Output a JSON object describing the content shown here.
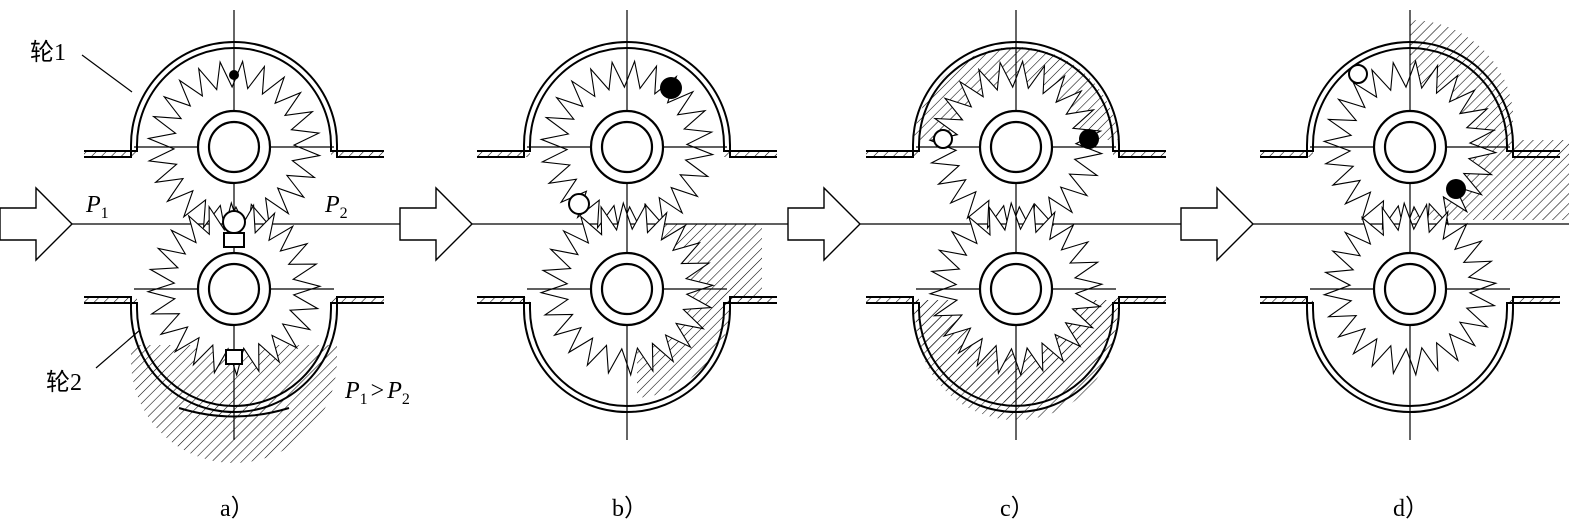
{
  "labels": {
    "wheel1": "轮1",
    "wheel2": "轮2",
    "p1_main": "P",
    "p1_sub": "1",
    "p2_main": "P",
    "p2_sub": "2",
    "inequality_p1": "P",
    "inequality_sub1": "1",
    "inequality_op": ">",
    "inequality_p2": "P",
    "inequality_sub2": "2"
  },
  "captions": [
    "a）",
    "b）",
    "c）",
    "d）"
  ],
  "colors": {
    "ink": "#000000",
    "paper": "#ffffff"
  },
  "icons": {
    "flow_arrow": "flow-arrow-icon"
  }
}
